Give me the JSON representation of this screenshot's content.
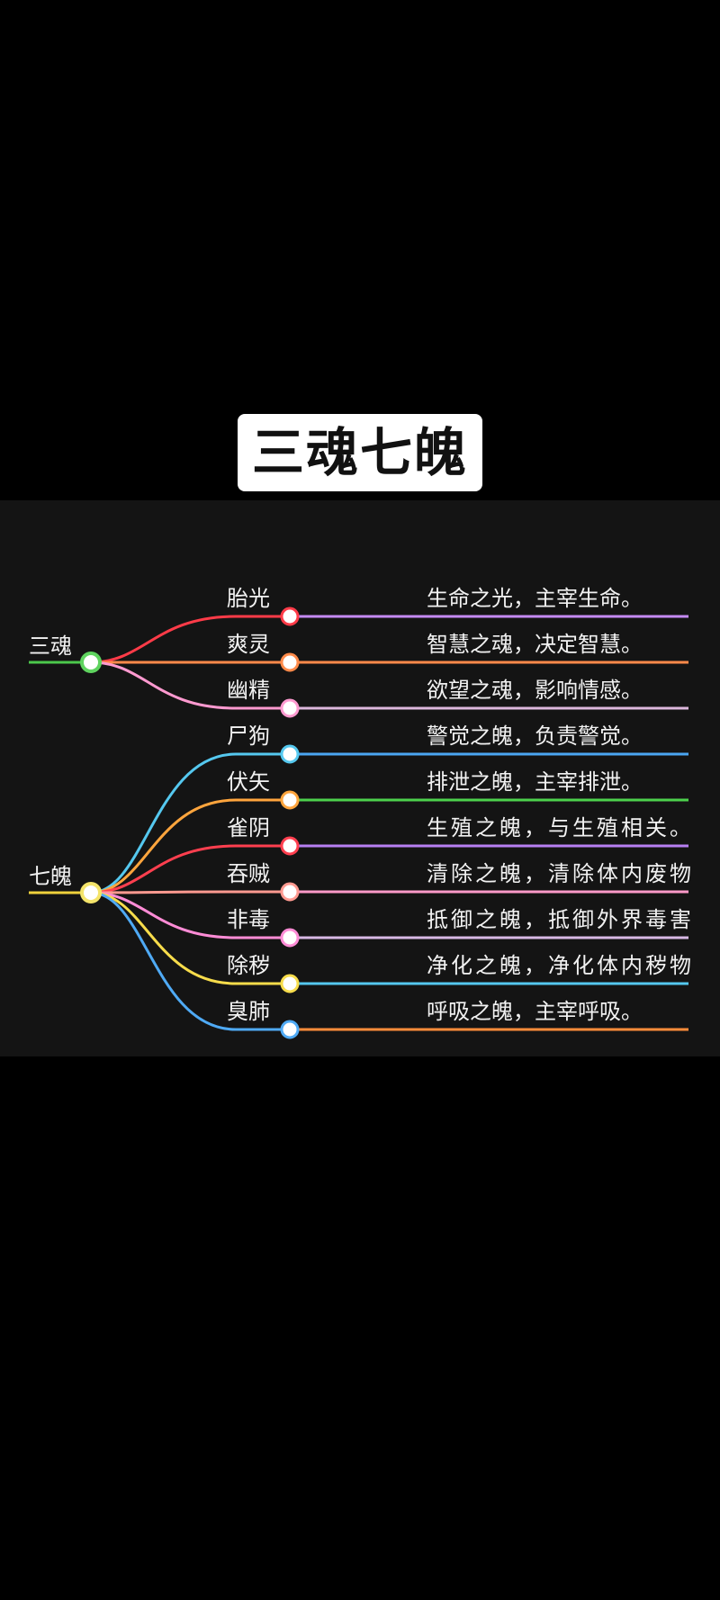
{
  "title": "三魂七魄",
  "colors": {
    "background": "#000000",
    "panel": "#141414",
    "text": "#f2f2f2"
  },
  "groups": [
    {
      "name": "三魂",
      "node_color": "#5fd35f",
      "stem_color": "#4cc94c",
      "items": [
        {
          "name": "胎光",
          "desc": "生命之光，主宰生命。",
          "color": "#ff3b48"
        },
        {
          "name": "爽灵",
          "desc": "智慧之魂，决定智慧。",
          "color": "#ff8a4a"
        },
        {
          "name": "幽精",
          "desc": "欲望之魂，影响情感。",
          "color": "#ff9ad0"
        }
      ]
    },
    {
      "name": "七魄",
      "node_color": "#f4e46a",
      "stem_color": "#f0d23c",
      "items": [
        {
          "name": "尸狗",
          "desc": "警觉之魄，负责警觉。",
          "color": "#55c8ef"
        },
        {
          "name": "伏矢",
          "desc": "排泄之魄，主宰排泄。",
          "color": "#ffa53d"
        },
        {
          "name": "雀阴",
          "desc": "生殖之魄，与生殖相关。",
          "color": "#ff3f4f"
        },
        {
          "name": "吞贼",
          "desc": "清除之魄，清除体内废物",
          "color": "#ff9a90"
        },
        {
          "name": "非毒",
          "desc": "抵御之魄，抵御外界毒害",
          "color": "#ff8cd6"
        },
        {
          "name": "除秽",
          "desc": "净化之魄，净化体内秽物",
          "color": "#f7dc4b"
        },
        {
          "name": "臭肺",
          "desc": "呼吸之魄，主宰呼吸。",
          "color": "#4faaf5"
        }
      ]
    }
  ],
  "leaf_line_colors": [
    "#c58af5",
    "#ff8a4a",
    "#ddb8dd",
    "#4ba6f2",
    "#4cd14c",
    "#b77ff2",
    "#ff9ac8",
    "#d7b8e4",
    "#55c8ef",
    "#ff8c3a"
  ]
}
